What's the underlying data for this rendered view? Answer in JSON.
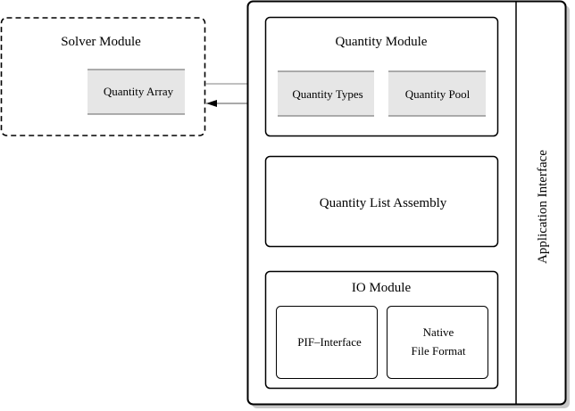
{
  "solver_module": {
    "title": "Solver Module",
    "quantity_array": "Quantity Array"
  },
  "application": {
    "interface_label": "Application Interface",
    "quantity_module": {
      "title": "Quantity Module",
      "types": "Quantity Types",
      "pool": "Quantity Pool"
    },
    "list_assembly": "Quantity List Assembly",
    "io_module": {
      "title": "IO Module",
      "pif": "PIF–Interface",
      "native_line1": "Native",
      "native_line2": "File Format"
    }
  },
  "colors": {
    "box_fill": "#e6e6e6",
    "box_rule": "#808080",
    "shadow": "#c8c8c8"
  }
}
